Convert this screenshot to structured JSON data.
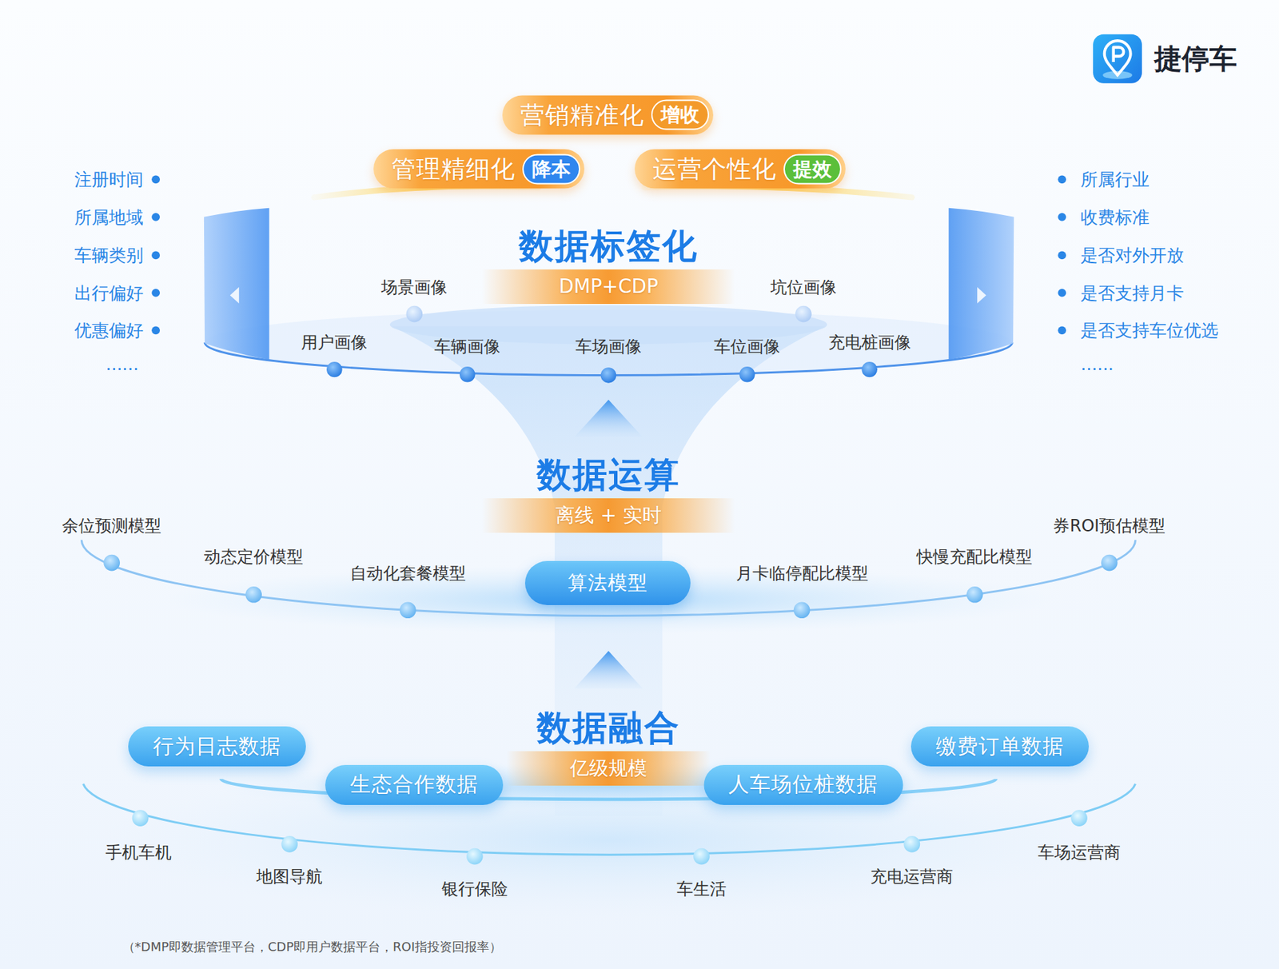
{
  "diagram": {
    "caption": "（*DMP即数据管理平台，CDP即用户数据平台，ROI指投资回报率）",
    "nodes": [
      {
        "text": [
          "营销精准化"
        ]
      },
      {
        "text": [
          "增收"
        ],
        "in": 0
      },
      {
        "text": [
          "管理精细化"
        ]
      },
      {
        "text": [
          "降本"
        ],
        "in": 2
      },
      {
        "text": [
          "运营个性化"
        ]
      },
      {
        "text": [
          "提效"
        ],
        "in": 4
      },
      {
        "text": [
          "数据标签化",
          "DMP+CDP"
        ]
      },
      {
        "text": [
          "数据运算",
          "离线 + 实时"
        ]
      },
      {
        "text": [
          "算法模型"
        ]
      },
      {
        "text": [
          "数据融合",
          "亿级规模"
        ]
      },
      {
        "text": [
          "行为日志数据"
        ]
      },
      {
        "text": [
          "缴费订单数据"
        ]
      },
      {
        "text": [
          "生态合作数据"
        ]
      },
      {
        "text": [
          "人车场位桩数据"
        ]
      }
    ],
    "labels": [
      "捷停车",
      "注册时间",
      "所属地域",
      "车辆类别",
      "出行偏好",
      "优惠偏好",
      "......",
      "所属行业",
      "收费标准",
      "是否对外开放",
      "是否支持月卡",
      "是否支持车位优选",
      "......",
      "场景画像",
      "坑位画像",
      "用户画像",
      "车辆画像",
      "车场画像",
      "车位画像",
      "充电桩画像",
      "余位预测模型",
      "动态定价模型",
      "自动化套餐模型",
      "月卡临停配比模型",
      "快慢充配比模型",
      "券ROI预估模型",
      "手机车机",
      "地图导航",
      "银行保险",
      "车生活",
      "充电运营商",
      "车场运营商"
    ]
  }
}
